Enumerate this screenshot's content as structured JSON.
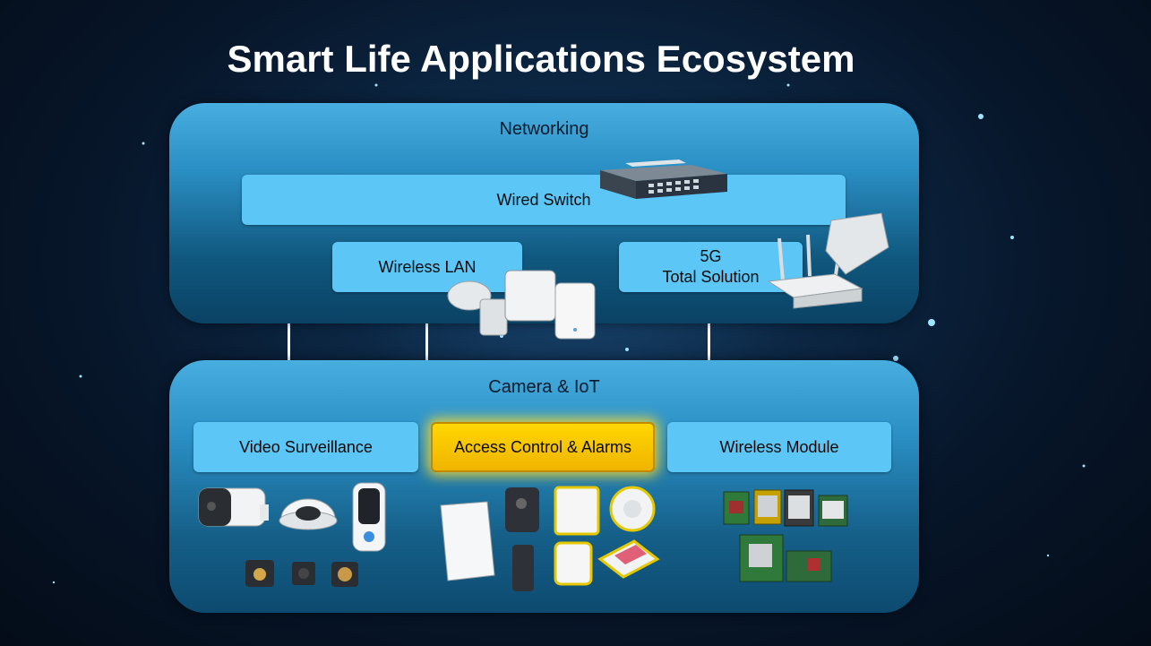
{
  "title": "Smart Life Applications Ecosystem",
  "networking": {
    "title": "Networking",
    "wired_switch": "Wired Switch",
    "wireless_lan": "Wireless LAN",
    "fiveg_line1": "5G",
    "fiveg_line2": "Total Solution"
  },
  "camera_iot": {
    "title": "Camera & IoT",
    "video_surveillance": "Video Surveillance",
    "access_control": "Access Control & Alarms",
    "wireless_module": "Wireless Module"
  },
  "colors": {
    "box": "#5cc6f6",
    "highlight": "#ffd700",
    "title_text": "#ffffff"
  }
}
